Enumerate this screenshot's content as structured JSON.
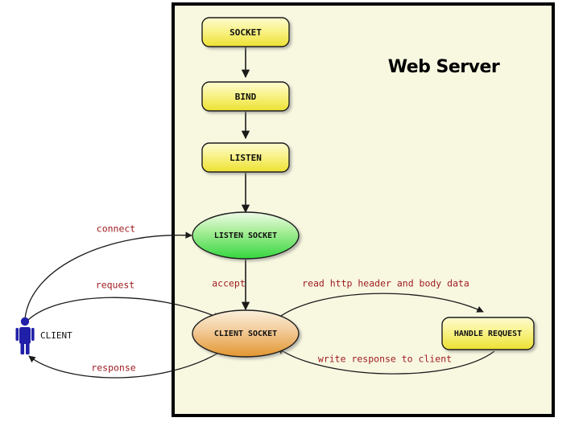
{
  "diagram": {
    "title": "Web Server",
    "container": {
      "label": "web-server-boundary",
      "background_color": "#f8f8e1",
      "border_color": "#000000"
    },
    "actor": {
      "label": "CLIENT",
      "color": "#1f1fa8"
    },
    "nodes": [
      {
        "id": "socket",
        "label": "SOCKET",
        "shape": "rounded-rect",
        "fill_top": "#fbf8b8",
        "fill_bottom": "#efe235"
      },
      {
        "id": "bind",
        "label": "BIND",
        "shape": "rounded-rect",
        "fill_top": "#fbf8b8",
        "fill_bottom": "#efe235"
      },
      {
        "id": "listen",
        "label": "LISTEN",
        "shape": "rounded-rect",
        "fill_top": "#fbf8b8",
        "fill_bottom": "#efe235"
      },
      {
        "id": "listen-socket",
        "label": "LISTEN SOCKET",
        "shape": "ellipse",
        "fill_top": "#e7f8df",
        "fill_bottom": "#3ddb45"
      },
      {
        "id": "client-socket",
        "label": "CLIENT SOCKET",
        "shape": "ellipse",
        "fill_top": "#f8ecd4",
        "fill_bottom": "#e89c3a"
      },
      {
        "id": "handle-request",
        "label": "HANDLE REQUEST",
        "shape": "rounded-rect",
        "fill_top": "#fbf8b8",
        "fill_bottom": "#efe235"
      }
    ],
    "edges": [
      {
        "id": "socket-bind",
        "label": "",
        "from": "socket",
        "to": "bind"
      },
      {
        "id": "bind-listen",
        "label": "",
        "from": "bind",
        "to": "listen"
      },
      {
        "id": "listen-listensocket",
        "label": "",
        "from": "listen",
        "to": "listen-socket"
      },
      {
        "id": "connect",
        "label": "connect",
        "from": "client",
        "to": "listen-socket"
      },
      {
        "id": "accept",
        "label": "accept",
        "from": "listen-socket",
        "to": "client-socket"
      },
      {
        "id": "request",
        "label": "request",
        "from": "client",
        "to": "client-socket"
      },
      {
        "id": "read-http",
        "label": "read http header and body data",
        "from": "client-socket",
        "to": "handle-request"
      },
      {
        "id": "write-response",
        "label": "write response to client",
        "from": "handle-request",
        "to": "client-socket"
      },
      {
        "id": "response",
        "label": "response",
        "from": "client-socket",
        "to": "client"
      }
    ],
    "colors": {
      "label_red": "#9e1b20",
      "stroke": "#1a1a1a",
      "canvas": "#ffffff"
    }
  }
}
